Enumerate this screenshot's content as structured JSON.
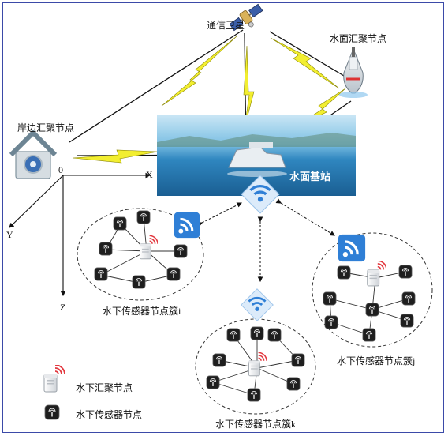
{
  "labels": {
    "satellite": "通信卫星",
    "surface_sink": "水面汇聚节点",
    "shore_sink": "岸边汇聚节点",
    "surface_station": "水面基站",
    "cluster_i": "水下传感器节点簇i",
    "cluster_j": "水下传感器节点簇j",
    "cluster_k": "水下传感器节点簇k",
    "legend_sink": "水下汇聚节点",
    "legend_sensor": "水下传感器节点"
  },
  "axes": {
    "origin": "0",
    "x": "X",
    "y": "Y",
    "z": "Z"
  },
  "colors": {
    "frame": "#3b4aa8",
    "link_yellow": "#f2ee30",
    "link_black": "#111111",
    "wifi_blue": "#2f7fd6",
    "sensor_node": "#222222",
    "signal_red": "#e2383f"
  },
  "icons": {
    "satellite": "satellite-icon",
    "ship": "ship-icon",
    "house": "house-safe-icon",
    "wifi": "wifi-icon",
    "sink_node": "sink-node-icon",
    "sensor_node": "sensor-node-icon"
  }
}
